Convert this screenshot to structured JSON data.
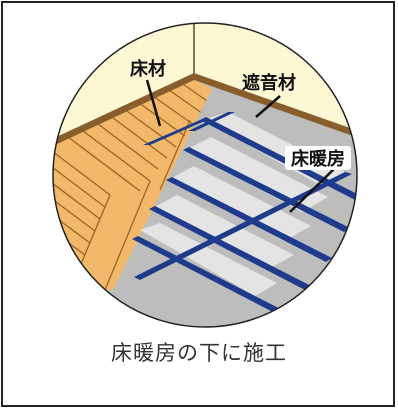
{
  "labels": {
    "flooring": "床材",
    "sound_insulation": "遮音材",
    "floor_heating": "床暖房"
  },
  "caption": "床暖房の下に施工",
  "colors": {
    "wall": "#fcf8d4",
    "baseboard": "#8a5e2c",
    "flooring": "#f2b96a",
    "flooring_lines": "#9a6428",
    "sound_insulation": "#bdbdbd",
    "heating_rail": "#1f3b8c",
    "heating_panel": "#e4e4e4",
    "border": "#222222"
  }
}
